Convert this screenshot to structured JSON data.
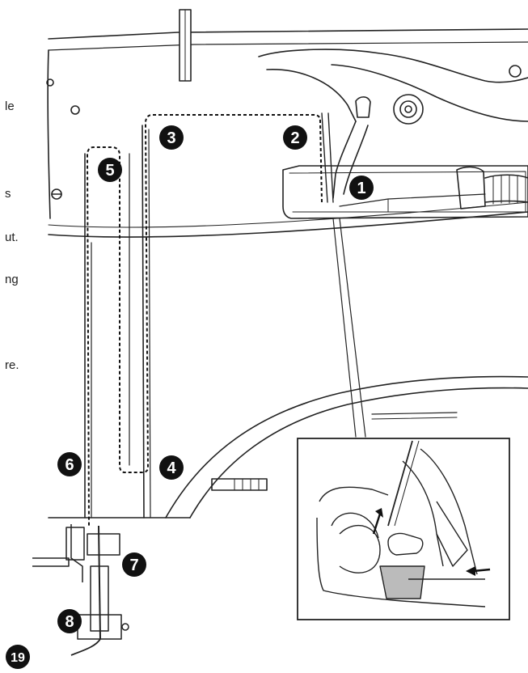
{
  "text_fragments": [
    "le",
    "s",
    "ut.",
    "ng",
    "re."
  ],
  "steps": [
    "1",
    "2",
    "3",
    "4",
    "5",
    "6",
    "7",
    "8"
  ],
  "page_number": "19"
}
